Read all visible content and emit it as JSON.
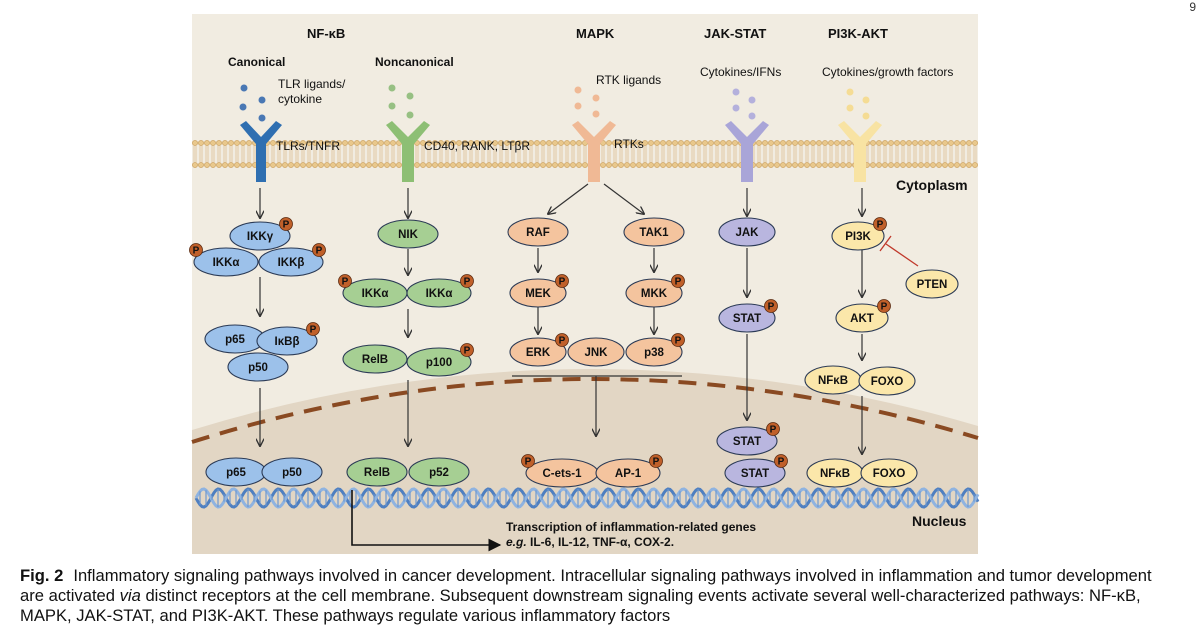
{
  "page_mark": "9",
  "titles": {
    "nfkb": "NF-κB",
    "canonical": "Canonical",
    "noncanonical": "Noncanonical",
    "mapk": "MAPK",
    "jakstat": "JAK-STAT",
    "pi3kakt": "PI3K-AKT"
  },
  "ligands": {
    "tlr": [
      "TLR ligands/",
      "cytokine"
    ],
    "rtk": "RTK ligands",
    "cytokines_ifn": "Cytokines/IFNs",
    "cytokines_growth": "Cytokines/growth factors"
  },
  "receptors": {
    "tlr": "TLRs/TNFR",
    "cd40": "CD40, RANK, LTβR",
    "rtk": "RTKs"
  },
  "compartments": {
    "cytoplasm": "Cytoplasm",
    "nucleus": "Nucleus"
  },
  "nodes": {
    "ikk_gamma": "IKKγ",
    "ikk_alpha_c": "IKKα",
    "ikk_beta": "IKKβ",
    "p65_c": "p65",
    "ikb_beta": "IκBβ",
    "p50_c": "p50",
    "nik": "NIK",
    "ikk_alpha_n1": "IKKα",
    "ikk_alpha_n2": "IKKα",
    "relb_c": "RelB",
    "p100": "p100",
    "raf": "RAF",
    "tak1": "TAK1",
    "mek": "MEK",
    "mkk": "MKK",
    "erk": "ERK",
    "jnk": "JNK",
    "p38": "p38",
    "jak": "JAK",
    "stat_c": "STAT",
    "stat_n1": "STAT",
    "stat_n2": "STAT",
    "pi3k": "PI3K",
    "pten": "PTEN",
    "akt": "AKT",
    "nfkb_c": "NFκB",
    "foxo_c": "FOXO",
    "p65_n": "p65",
    "p50_n": "p50",
    "relb_n": "RelB",
    "p52": "p52",
    "cets": "C-ets-1",
    "ap1": "AP-1",
    "nfkb_n": "NFκB",
    "foxo_n": "FOXO"
  },
  "phospho": "P",
  "transcription": {
    "line1": "Transcription of inflammation-related genes",
    "prefix": "e.g.",
    "genes": " IL-6, IL-12, TNF-α, COX-2."
  },
  "caption": {
    "label": "Fig. 2",
    "part1": "Inflammatory signaling pathways involved in cancer development. Intracellular signaling pathways involved in inflammation and tumor development are activated ",
    "via": "via",
    "part2": " distinct receptors at the cell membrane. Subsequent downstream signaling events activate several well-characterized pathways: NF-κB, MAPK, JAK-STAT, and PI3K-AKT. These pathways regulate various inflammatory factors"
  },
  "colors": {
    "background": "#f1ece1",
    "nucleus": "#e2d6c4",
    "membrane": "#e7c98e",
    "nuclear_envelope": "#8a4a22",
    "blue_node": "#9cc1ea",
    "green_node": "#a6cf93",
    "orange_node": "#f4c49e",
    "purple_node": "#b9b6df",
    "yellow_node": "#fbe7aa",
    "phospho": "#c0602a",
    "dna": "#5e8ec9"
  }
}
